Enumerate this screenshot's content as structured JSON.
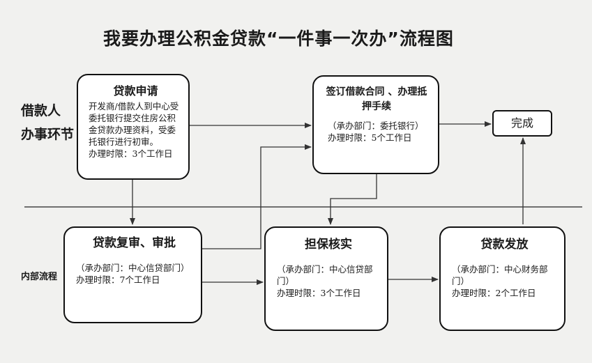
{
  "title": "我要办理公积金贷款“一件事一次办”流程图",
  "lanes": {
    "borrower_line1": "借款人",
    "borrower_line2": "办事环节",
    "internal": "内部流程"
  },
  "nodes": {
    "loan_apply": {
      "title": "贷款申请",
      "body": "开发商/借款人到中心受委托银行提交住房公积金贷款办理资料，受委托银行进行初审。\n办理时限：3个工作日"
    },
    "sign_contract": {
      "title": "签订借款合同 、办理抵押手续",
      "body": "（承办部门：委托银行）\n办理时限：5个工作日"
    },
    "complete": {
      "title": "完成"
    },
    "review": {
      "title": "贷款复审、审批",
      "body": "（承办部门：中心信贷部门）\n办理时限：7个工作日"
    },
    "guarantee": {
      "title": "担保核实",
      "body": "（承办部门：中心信贷部门）\n办理时限：3个工作日"
    },
    "disburse": {
      "title": "贷款发放",
      "body": "（承办部门：中心财务部门）\n办理时限：2个工作日"
    }
  }
}
